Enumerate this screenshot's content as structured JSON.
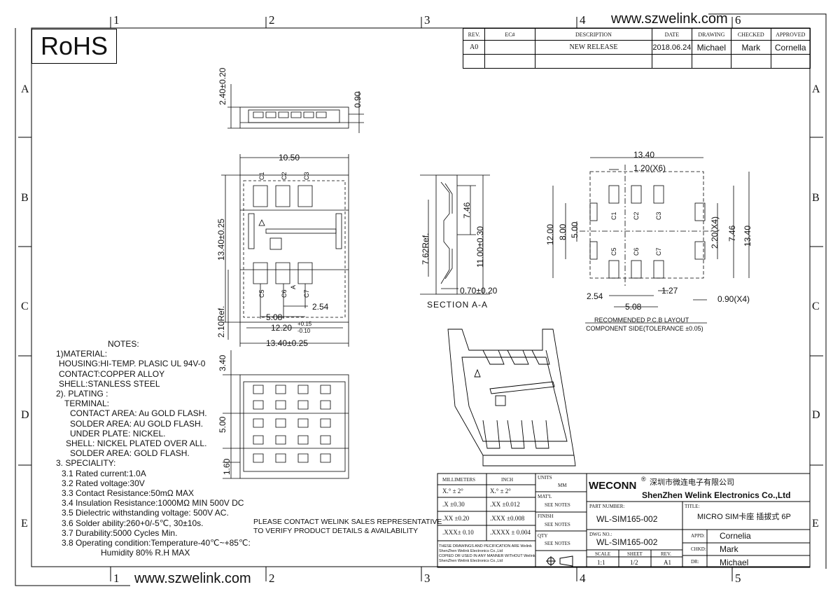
{
  "header": {
    "rohs": "RoHS",
    "url": "www.szwelink.com"
  },
  "grid": {
    "cols": [
      "1",
      "2",
      "3",
      "4",
      "5"
    ],
    "top_last_col": "6",
    "rows": [
      "A",
      "B",
      "C",
      "D",
      "E"
    ]
  },
  "revision": {
    "headers": [
      "REV.",
      "EC#",
      "DESCRIPTION",
      "DATE",
      "DRAWING",
      "CHECKED",
      "APPROVED"
    ],
    "row": [
      "A0",
      "",
      "NEW RELEASE",
      "2018.06.24",
      "Michael",
      "Mark",
      "Cornella"
    ]
  },
  "dims": {
    "top_height": "2.40±0.20",
    "top_thick": "0.90",
    "w1050": "10.50",
    "h1340": "13.40±0.25",
    "w254": "2.54",
    "w508": "5.08",
    "w1220": "12.20",
    "tol_up": "+0.15",
    "tol_dn": "-0.10",
    "w1340": "13.40±0.25",
    "h210": "2.10Ref.",
    "b340": "3.40",
    "b500": "5.00",
    "b160": "1.60",
    "sec762": "7.62Ref.",
    "sec746": "7.46",
    "sec1100": "11.00±0.30",
    "sec070": "0.70±0.20",
    "section_label": "SECTION A-A",
    "p1340": "13.40",
    "p120": "1.20(X6)",
    "p1200": "12.00",
    "p800": "8.00",
    "p500": "5.00",
    "p220": "2.20(X4)",
    "p746": "7.46",
    "p1340v": "13.40",
    "p254": "2.54",
    "p127": "1.27",
    "p508": "5.08",
    "p090": "0.90(X4)"
  },
  "contacts": {
    "c1": "C1",
    "c2": "C2",
    "c3": "C3",
    "c5": "C5",
    "c6": "C6",
    "c7": "C7",
    "a": "A"
  },
  "pcb": {
    "line1": "RECOMMENDED P.C.B LAYOUT",
    "line2": "COMPONENT SIDE(TOLERANCE ±0.05)"
  },
  "notes": [
    "NOTES:",
    "1)MATERIAL:",
    "  HOUSING:HI-TEMP. PLASIC UL 94V-0",
    "  CONTACT:COPPER ALLOY",
    "  SHELL:STANLESS STEEL",
    "2). PLATING :",
    "    TERMINAL:",
    "       CONTACT AREA: Au GOLD FLASH.",
    "       SOLDER AREA: AU GOLD FLASH.",
    "       UNDER PLATE: NICKEL.",
    "    SHELL: NICKEL PLATED OVER ALL.",
    "       SOLDER AREA: GOLD FLASH.",
    "3. SPECIALITY:",
    "  3.1 Rated current:1.0A",
    "  3.2 Rated voltage:30V",
    "  3.3 Contact Resistance:50mΩ MAX",
    "  3.4 Insulation Resistance:1000MΩ MIN 500V DC",
    "  3.5 Dielectric withstanding voltage: 500V AC.",
    "  3.6 Solder ability:260+0/-5℃, 30±10s.",
    "  3.7 Durability:5000 Cycles Min.",
    "  3.8 Operating condition:Temperature-40℃~+85℃:",
    "            Humidity 80% R.H MAX"
  ],
  "contact_note": [
    "PLEASE CONTACT WELINK SALES REPRESENTATIVE",
    "TO VERIFY PRODUCT DETAILS & AVAILABILITY"
  ],
  "titleblock": {
    "millimeters": "MILLIMETERS",
    "inch": "INCH",
    "units": "UNITS",
    "mm": "MM",
    "tol": [
      [
        "X.° ± 2°",
        "X.° ± 2°"
      ],
      [
        ".X ±0.30",
        ".XX ±0.012"
      ],
      [
        ".XX ±0.20",
        ".XXX ±0.008"
      ],
      [
        ".XXX± 0.10",
        ".XXXX ± 0.004"
      ]
    ],
    "matl": "MAT'L",
    "see_notes": "SEE NOTES",
    "finish": "FINISH",
    "qty": "QTY",
    "disclaimer": [
      "THESE DRAWINGS AND PECIFICATION ARE Welink",
      "ShenZhen Welink Electronics Co.,Ltd",
      "COPIED OR USED IN ANY MANNER WITHOUT Welink",
      "ShenZhen Welink Electronics Co.,Ltd"
    ],
    "brand": "WECONN",
    "reg": "®",
    "company_cn": "深圳市微连电子有限公司",
    "company_en": "ShenZhen Welink Electronics Co.,Ltd",
    "part_label": "PART NUMBER:",
    "part": "WL-SIM165-002",
    "title_label": "TITLE:",
    "title": "MICRO SIM卡座 插拔式 6P",
    "dwg_label": "DWG NO.:",
    "dwg": "WL-SIM165-002",
    "appd_label": "APPD:",
    "appd": "Cornelia",
    "chkd_label": "CHKD:",
    "chkd": "Mark",
    "dr_label": "DR:",
    "dr": "Michael",
    "scale_label": "SCALE",
    "sheet_label": "SHEET",
    "rev_label": "REV.",
    "scale": "1:1",
    "sheet": "1/2",
    "rev": "A1"
  }
}
